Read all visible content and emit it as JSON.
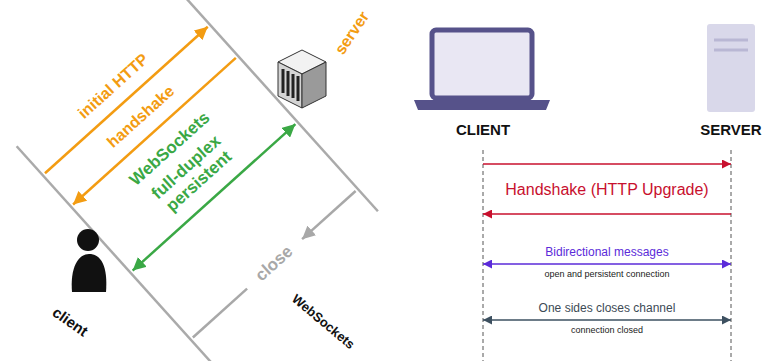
{
  "diagram": {
    "nodes": [
      {
        "text": [
          "CLIENT"
        ]
      },
      {
        "text": [
          "SERVER"
        ]
      }
    ],
    "edges": [
      {
        "from": 0,
        "to": 1,
        "arrow": "to"
      },
      {
        "from": 1,
        "to": 0,
        "arrow": "to",
        "label": "Handshake (HTTP Upgrade)"
      },
      {
        "from": 0,
        "to": 1,
        "arrow": "both",
        "label": "Bidirectional messages"
      },
      {
        "from": 0,
        "to": 1,
        "arrow": "both",
        "label": "One sides closes channel"
      }
    ],
    "labels": [
      "server",
      "initial HTTP",
      "handshake",
      "WebSockets",
      "full-duplex persistent",
      "close",
      "client",
      "WebSockets",
      "open and persistent connection",
      "connection closed"
    ]
  }
}
